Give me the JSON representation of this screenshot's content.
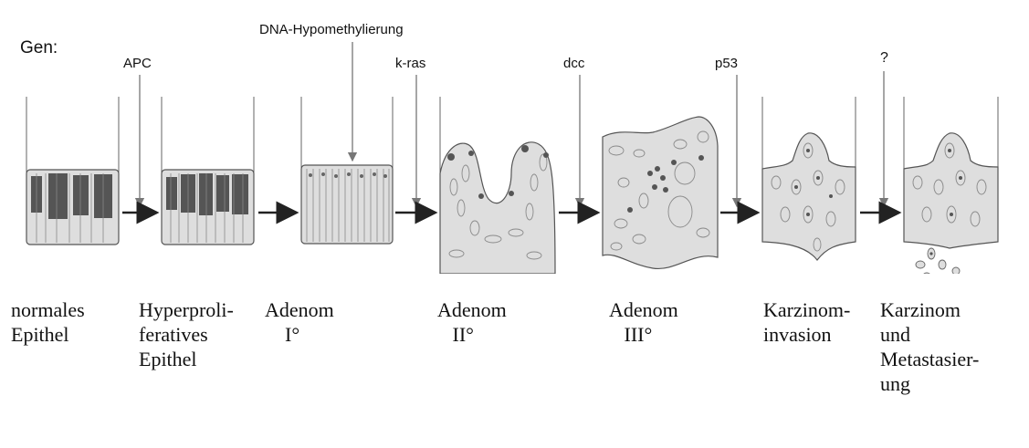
{
  "gene_header": "Gen:",
  "mutations": [
    {
      "name": "APC"
    },
    {
      "name": "DNA-Hypomethylierung"
    },
    {
      "name": "k-ras"
    },
    {
      "name": "dcc"
    },
    {
      "name": "p53"
    },
    {
      "name": "?"
    }
  ],
  "stages": [
    {
      "lines": [
        "normales",
        "Epithel"
      ]
    },
    {
      "lines": [
        "Hyperproli-",
        "feratives",
        "Epithel"
      ]
    },
    {
      "lines": [
        "Adenom",
        "    I°"
      ]
    },
    {
      "lines": [
        "Adenom",
        "   II°"
      ]
    },
    {
      "lines": [
        "Adenom",
        "   III°"
      ]
    },
    {
      "lines": [
        "Karzinom-",
        "invasion"
      ]
    },
    {
      "lines": [
        "Karzinom",
        "und",
        "Metastasier-",
        "ung"
      ]
    }
  ],
  "colors": {
    "tissue": "#dedede",
    "dark_cells": "#555555",
    "outline": "#555555",
    "background": "#ffffff"
  }
}
